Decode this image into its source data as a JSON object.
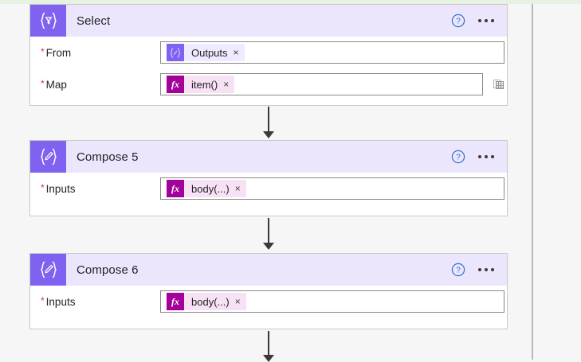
{
  "canvas": {
    "background_color": "#f6f6f6",
    "top_strip_color": "#e7f2e3"
  },
  "colors": {
    "accent_purple": "#8062f0",
    "header_lilac": "#ebe6fb",
    "token_magenta": "#a4009a",
    "token_pink": "#f7e2f5",
    "token_lilac": "#efeaff",
    "required_red": "#d13438",
    "help_blue": "#2f6fd0"
  },
  "cards": [
    {
      "id": "select",
      "title": "Select",
      "icon": "select-filter-icon",
      "help_icon": "help-circle-icon",
      "more_icon": "more-options-icon",
      "fields": [
        {
          "label": "From",
          "required": true,
          "required_mark": "*",
          "input_width": "wide",
          "token": {
            "icon": "compose-token-icon",
            "icon_style": "purple",
            "body_style": "lilac",
            "text": "Outputs",
            "remove_label": "×"
          },
          "trailing_icon": null
        },
        {
          "label": "Map",
          "required": true,
          "required_mark": "*",
          "input_width": "narrow",
          "token": {
            "icon": "expression-fx-icon",
            "icon_style": "magenta",
            "body_style": "pink",
            "text": "item()",
            "remove_label": "×"
          },
          "trailing_icon": "switch-to-text-mode-icon"
        }
      ]
    },
    {
      "id": "compose-5",
      "title": "Compose 5",
      "icon": "compose-pencil-icon",
      "help_icon": "help-circle-icon",
      "more_icon": "more-options-icon",
      "fields": [
        {
          "label": "Inputs",
          "required": true,
          "required_mark": "*",
          "input_width": "wide",
          "token": {
            "icon": "expression-fx-icon",
            "icon_style": "magenta",
            "body_style": "pink",
            "text": "body(...)",
            "remove_label": "×"
          },
          "trailing_icon": null
        }
      ]
    },
    {
      "id": "compose-6",
      "title": "Compose 6",
      "icon": "compose-pencil-icon",
      "help_icon": "help-circle-icon",
      "more_icon": "more-options-icon",
      "fields": [
        {
          "label": "Inputs",
          "required": true,
          "required_mark": "*",
          "input_width": "wide",
          "token": {
            "icon": "expression-fx-icon",
            "icon_style": "magenta",
            "body_style": "pink",
            "text": "body(...)",
            "remove_label": "×"
          },
          "trailing_icon": null
        }
      ]
    }
  ],
  "connectors": [
    {
      "from": "select",
      "to": "compose-5",
      "arrow_color": "#3b3a39"
    },
    {
      "from": "compose-5",
      "to": "compose-6",
      "arrow_color": "#3b3a39"
    },
    {
      "from": "compose-6",
      "to": "next",
      "arrow_color": "#3b3a39"
    }
  ]
}
